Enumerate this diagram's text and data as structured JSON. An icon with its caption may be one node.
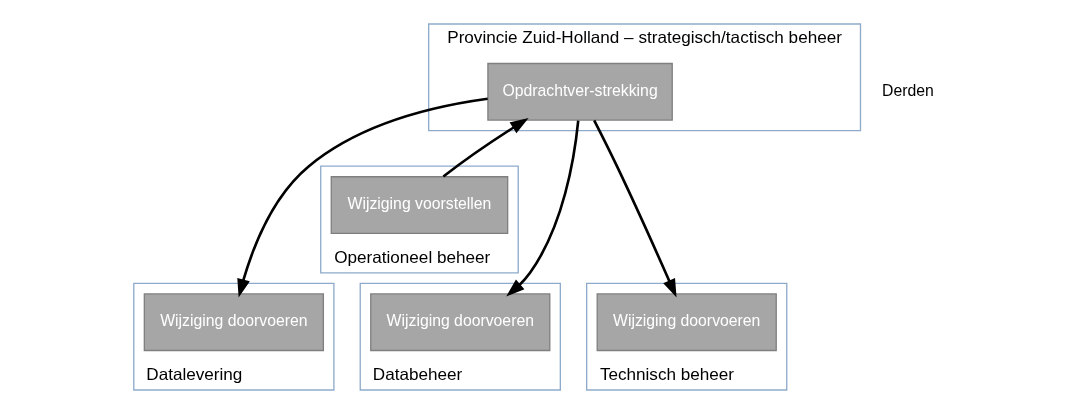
{
  "diagram": {
    "nodes": [
      {
        "text": [
          "Provincie Zuid-Holland – strategisch/tactisch beheer"
        ]
      },
      {
        "text": [
          "Opdrachtver-strekking"
        ],
        "in": 0
      },
      {
        "text": [
          "Operationeel beheer"
        ]
      },
      {
        "text": [
          "Wijziging voorstellen"
        ],
        "in": 2
      },
      {
        "text": [
          "Datalevering"
        ]
      },
      {
        "text": [
          "Wijziging doorvoeren"
        ],
        "in": 4
      },
      {
        "text": [
          "Databeheer"
        ]
      },
      {
        "text": [
          "Wijziging doorvoeren"
        ],
        "in": 6
      },
      {
        "text": [
          "Technisch beheer"
        ]
      },
      {
        "text": [
          "Wijziging doorvoeren"
        ],
        "in": 8
      }
    ],
    "edges": [
      {
        "from": 3,
        "to": 1,
        "arrow": "to"
      },
      {
        "from": 1,
        "to": 5,
        "arrow": "to"
      },
      {
        "from": 1,
        "to": 7,
        "arrow": "to"
      },
      {
        "from": 1,
        "to": 9,
        "arrow": "to"
      }
    ],
    "labels": [
      "Derden"
    ]
  }
}
